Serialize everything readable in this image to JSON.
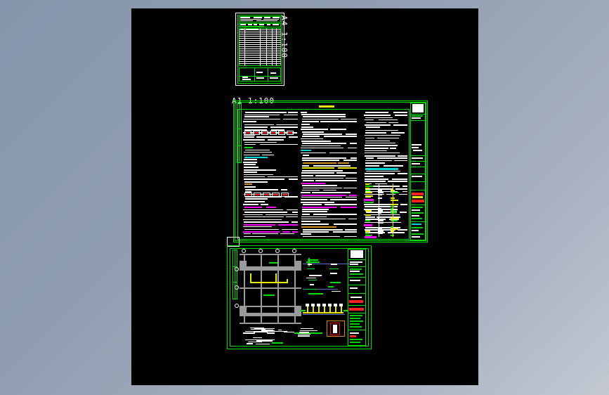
{
  "window": {
    "background_top": "#8796ac",
    "background_bottom": "#c3c8d2",
    "canvas_color": "#000000"
  },
  "canvas": {
    "name": "cad-drawing-canvas",
    "sheets": [
      {
        "id": "sheet-a4",
        "label": "A4  1:100",
        "label_orientation": "vertical",
        "border_color": "#00e000",
        "outer_color": "#ffffff",
        "description": "A4 portrait schedule sheet with tabular grid and title block"
      },
      {
        "id": "sheet-a1-notes",
        "label": "A1  1:100",
        "label_orientation": "horizontal",
        "border_color": "#00e000",
        "description": "A1 landscape general-notes sheet, three text columns plus right title block"
      },
      {
        "id": "sheet-a1-plan",
        "label": "",
        "border_color": "#00e000",
        "description": "A1 landscape plan sheet with structural grid floor plan, riser diagrams and detail callout"
      }
    ],
    "colors": {
      "green": "#00e000",
      "white": "#ffffff",
      "magenta": "#ff00ff",
      "cyan": "#00d8d8",
      "yellow": "#e8e800",
      "red": "#ff2020",
      "orange": "#d08a20",
      "gray": "#9a9a9a",
      "blue": "#5a6ad0"
    }
  },
  "labels": {
    "a4_scale": "A4  1:100",
    "a1_scale": "A1  1:100"
  }
}
